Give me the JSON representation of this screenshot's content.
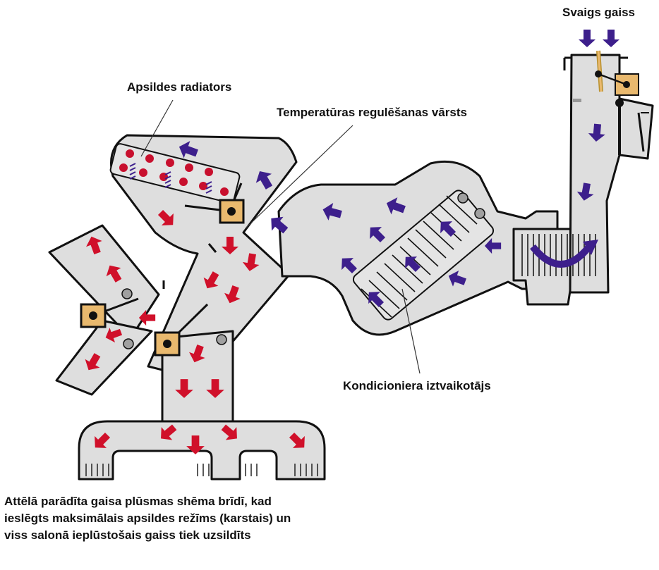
{
  "labels": {
    "fresh_air": "Svaigs gaiss",
    "heater_core": "Apsildes radiators",
    "temp_valve": "Temperatūras regulēšanas vārsts",
    "evaporator": "Kondicioniera iztvaikotājs"
  },
  "caption_lines": [
    "Attēlā parādīta gaisa plūsmas shēma brīdī, kad",
    "ieslēgts maksimālais apsildes režīms (karstais) un",
    "viss salonā ieplūstošais gaiss tiek uzsildīts"
  ],
  "colors": {
    "duct_fill": "#dedede",
    "duct_stroke": "#111111",
    "cold_arrow": "#3d1f8c",
    "hot_arrow": "#d0102a",
    "damper_fill": "#e9b96e",
    "heater_dot": "#c8102e",
    "knob_fill": "#a0a0a0"
  }
}
